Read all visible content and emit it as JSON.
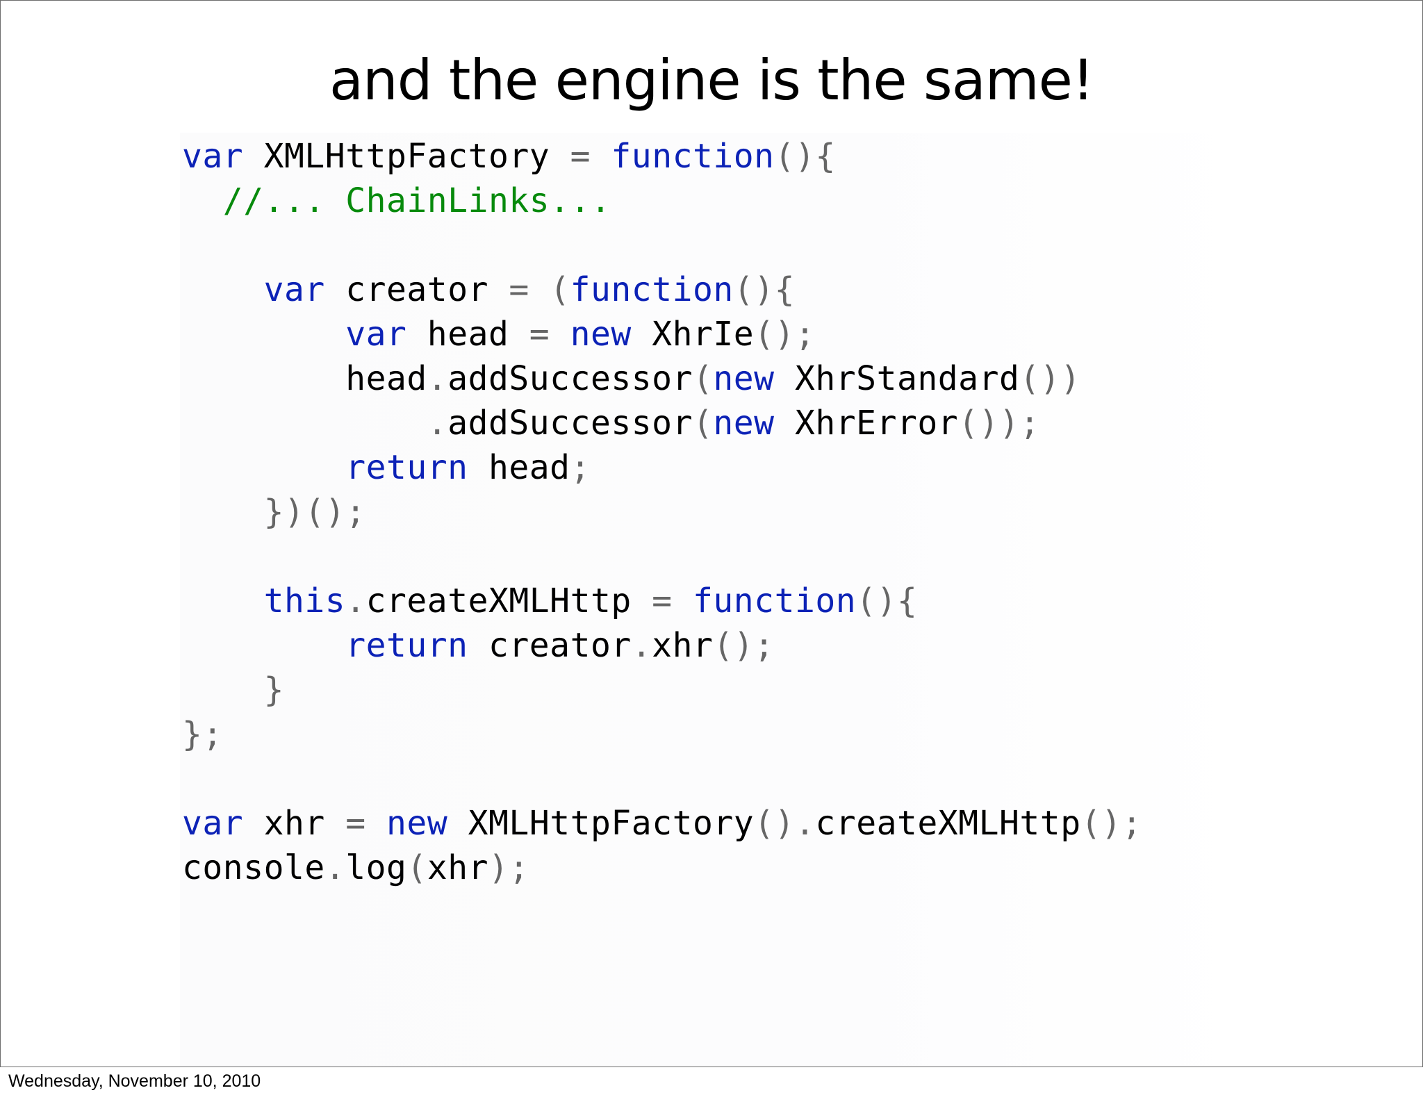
{
  "slide": {
    "title": "and the engine is the same!",
    "footer_date": "Wednesday, November 10, 2010"
  },
  "colors": {
    "keyword": "#0c22b6",
    "comment": "#078a0c",
    "punctuation": "#666666",
    "text": "#000000"
  },
  "code": {
    "lines": [
      [
        {
          "t": "var",
          "c": "kw"
        },
        {
          "t": " XMLHttpFactory ",
          "c": "tx"
        },
        {
          "t": "=",
          "c": "pn"
        },
        {
          "t": " ",
          "c": "tx"
        },
        {
          "t": "function",
          "c": "kw"
        },
        {
          "t": "(){",
          "c": "pn"
        }
      ],
      [
        {
          "t": "  ",
          "c": "tx"
        },
        {
          "t": "//... ChainLinks...",
          "c": "cm"
        }
      ],
      [],
      [
        {
          "t": "    ",
          "c": "tx"
        },
        {
          "t": "var",
          "c": "kw"
        },
        {
          "t": " creator ",
          "c": "tx"
        },
        {
          "t": "= (",
          "c": "pn"
        },
        {
          "t": "function",
          "c": "kw"
        },
        {
          "t": "(){",
          "c": "pn"
        }
      ],
      [
        {
          "t": "        ",
          "c": "tx"
        },
        {
          "t": "var",
          "c": "kw"
        },
        {
          "t": " head ",
          "c": "tx"
        },
        {
          "t": "=",
          "c": "pn"
        },
        {
          "t": " ",
          "c": "tx"
        },
        {
          "t": "new",
          "c": "kw"
        },
        {
          "t": " XhrIe",
          "c": "tx"
        },
        {
          "t": "();",
          "c": "pn"
        }
      ],
      [
        {
          "t": "        head",
          "c": "tx"
        },
        {
          "t": ".",
          "c": "pn"
        },
        {
          "t": "addSuccessor",
          "c": "tx"
        },
        {
          "t": "(",
          "c": "pn"
        },
        {
          "t": "new",
          "c": "kw"
        },
        {
          "t": " XhrStandard",
          "c": "tx"
        },
        {
          "t": "())",
          "c": "pn"
        }
      ],
      [
        {
          "t": "            ",
          "c": "tx"
        },
        {
          "t": ".",
          "c": "pn"
        },
        {
          "t": "addSuccessor",
          "c": "tx"
        },
        {
          "t": "(",
          "c": "pn"
        },
        {
          "t": "new",
          "c": "kw"
        },
        {
          "t": " XhrError",
          "c": "tx"
        },
        {
          "t": "());",
          "c": "pn"
        }
      ],
      [
        {
          "t": "        ",
          "c": "tx"
        },
        {
          "t": "return",
          "c": "kw"
        },
        {
          "t": " head",
          "c": "tx"
        },
        {
          "t": ";",
          "c": "pn"
        }
      ],
      [
        {
          "t": "    ",
          "c": "tx"
        },
        {
          "t": "})();",
          "c": "pn"
        }
      ],
      [],
      [
        {
          "t": "    ",
          "c": "tx"
        },
        {
          "t": "this",
          "c": "kw"
        },
        {
          "t": ".",
          "c": "pn"
        },
        {
          "t": "createXMLHttp ",
          "c": "tx"
        },
        {
          "t": "=",
          "c": "pn"
        },
        {
          "t": " ",
          "c": "tx"
        },
        {
          "t": "function",
          "c": "kw"
        },
        {
          "t": "(){",
          "c": "pn"
        }
      ],
      [
        {
          "t": "        ",
          "c": "tx"
        },
        {
          "t": "return",
          "c": "kw"
        },
        {
          "t": " creator",
          "c": "tx"
        },
        {
          "t": ".",
          "c": "pn"
        },
        {
          "t": "xhr",
          "c": "tx"
        },
        {
          "t": "();",
          "c": "pn"
        }
      ],
      [
        {
          "t": "    ",
          "c": "tx"
        },
        {
          "t": "}",
          "c": "pn"
        }
      ],
      [
        {
          "t": "};",
          "c": "pn"
        }
      ],
      [],
      [
        {
          "t": "var",
          "c": "kw"
        },
        {
          "t": " xhr ",
          "c": "tx"
        },
        {
          "t": "=",
          "c": "pn"
        },
        {
          "t": " ",
          "c": "tx"
        },
        {
          "t": "new",
          "c": "kw"
        },
        {
          "t": " XMLHttpFactory",
          "c": "tx"
        },
        {
          "t": "().",
          "c": "pn"
        },
        {
          "t": "createXMLHttp",
          "c": "tx"
        },
        {
          "t": "();",
          "c": "pn"
        }
      ],
      [
        {
          "t": "console",
          "c": "tx"
        },
        {
          "t": ".",
          "c": "pn"
        },
        {
          "t": "log",
          "c": "tx"
        },
        {
          "t": "(",
          "c": "pn"
        },
        {
          "t": "xhr",
          "c": "tx"
        },
        {
          "t": ");",
          "c": "pn"
        }
      ]
    ]
  }
}
